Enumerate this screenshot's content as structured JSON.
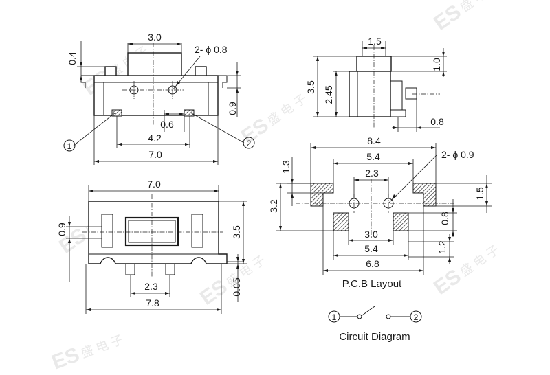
{
  "watermark": {
    "logo": "ES",
    "chinese": "盛 电 子"
  },
  "callouts": {
    "terminal_1": "1",
    "terminal_2": "2"
  },
  "front_view": {
    "cap_width": "3.0",
    "top_offset": "0.4",
    "hole_note": "2- ϕ 0.8",
    "peg_height": "0.9",
    "peg_spacing_small": "0.6",
    "peg_spacing": "4.2",
    "body_width": "7.0"
  },
  "side_view": {
    "cap_width": "1.5",
    "cap_height": "1.0",
    "total_height": "3.5",
    "body_height": "2.45",
    "tab_offset": "0.8"
  },
  "bottom_view": {
    "body_width": "7.0",
    "slot_height": "0.9",
    "body_height": "3.5",
    "pin_spacing": "2.3",
    "base_offset": "0.05",
    "overall_width": "7.8"
  },
  "pcb_layout": {
    "caption": "P.C.B Layout",
    "outer_width": "8.4",
    "hole_note": "2- ϕ 0.9",
    "pad_span_top": "5.4",
    "hole_spacing": "2.3",
    "pad_height_top": "1.3",
    "row_pitch": "3.2",
    "right_pad_height": "1.5",
    "lower_pad_height": "0.8",
    "lower_pad_spacing": "3.0",
    "pad_span_bottom": "5.4",
    "bottom_width": "6.8",
    "bottom_offset": "1.2"
  },
  "circuit": {
    "caption": "Circuit Diagram",
    "node_1": "1",
    "node_2": "2"
  }
}
